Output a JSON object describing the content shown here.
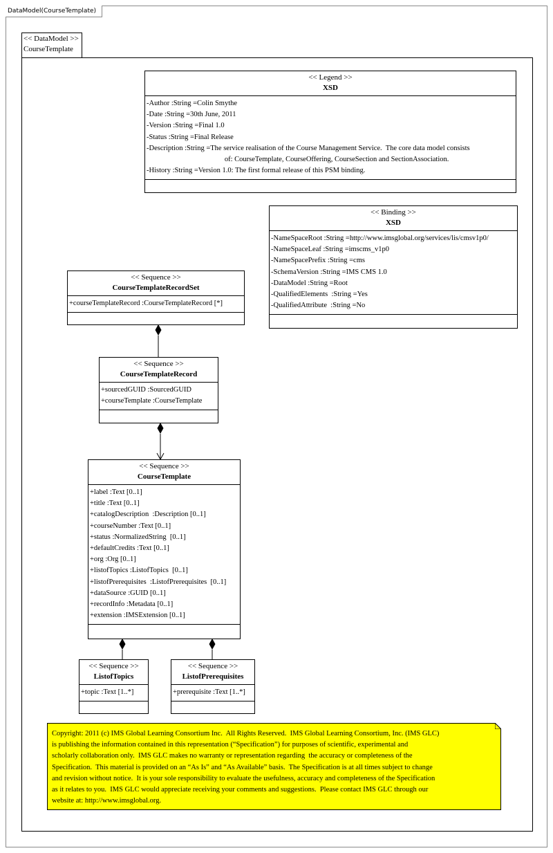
{
  "frame": {
    "title": "DataModel(CourseTemplate)"
  },
  "package": {
    "stereotype": "<< DataModel >>",
    "name": "CourseTemplate"
  },
  "legend": {
    "stereotype": "<< Legend >>",
    "name": "XSD",
    "attributes": [
      "-Author :String =Colin Smythe",
      "-Date :String =30th June, 2011",
      "-Version :String =Final 1.0",
      "-Status :String =Final Release",
      "-Description :String =The service realisation of the Course Management Service.  The core data model consists",
      "                                           of: CourseTemplate, CourseOffering, CourseSection and SectionAssociation.",
      "-History :String =Version 1.0: The first formal release of this PSM binding."
    ]
  },
  "binding": {
    "stereotype": "<< Binding >>",
    "name": "XSD",
    "attributes": [
      "-NameSpaceRoot :String =http://www.imsglobal.org/services/lis/cmsv1p0/",
      "-NameSpaceLeaf :String =imscms_v1p0",
      "-NameSpacePrefix :String =cms",
      "-SchemaVersion :String =IMS CMS 1.0",
      "-DataModel :String =Root",
      "-QualifiedElements  :String =Yes",
      "-QualifiedAttribute  :String =No"
    ]
  },
  "record_set": {
    "stereotype": "<< Sequence >>",
    "name": "CourseTemplateRecordSet",
    "attributes": [
      "+courseTemplateRecord :CourseTemplateRecord [*]"
    ]
  },
  "record": {
    "stereotype": "<< Sequence >>",
    "name": "CourseTemplateRecord",
    "attributes": [
      "+sourcedGUID :SourcedGUID",
      "+courseTemplate :CourseTemplate"
    ]
  },
  "course_template": {
    "stereotype": "<< Sequence >>",
    "name": "CourseTemplate",
    "attributes": [
      "+label :Text [0..1]",
      "+title :Text [0..1]",
      "+catalogDescription  :Description [0..1]",
      "+courseNumber :Text [0..1]",
      "+status :NormalizedString  [0..1]",
      "+defaultCredits :Text [0..1]",
      "+org :Org [0..1]",
      "+listofTopics :ListofTopics  [0..1]",
      "+listofPrerequisites  :ListofPrerequisites  [0..1]",
      "+dataSource :GUID [0..1]",
      "+recordInfo :Metadata [0..1]",
      "+extension :IMSExtension [0..1]"
    ]
  },
  "topics": {
    "stereotype": "<< Sequence >>",
    "name": "ListofTopics",
    "attributes": [
      "+topic :Text [1..*]"
    ]
  },
  "prerequisites": {
    "stereotype": "<< Sequence >>",
    "name": "ListofPrerequisites",
    "attributes": [
      "+prerequisite :Text [1..*]"
    ]
  },
  "note": {
    "lines": [
      "Copyright: 2011 (c) IMS Global Learning Consortium Inc.  All Rights Reserved.  IMS Global Learning Consortium, Inc. (IMS GLC)",
      "is publishing the information contained in this representation (“Specification”) for purposes of scientific, experimental and",
      "scholarly collaboration only.  IMS GLC makes no warranty or representation regarding  the accuracy or completeness of the",
      "Specification.  This material is provided on an “As Is” and “As Available” basis.  The Specification is at all times subject to change",
      "and revision without notice.  It is your sole responsibility to evaluate the usefulness, accuracy and completeness of the Specification",
      "as it relates to you.  IMS GLC would appreciate receiving your comments and suggestions.  Please contact IMS GLC through our",
      "website at: http://www.imsglobal.org."
    ],
    "color": "#ffff00"
  }
}
